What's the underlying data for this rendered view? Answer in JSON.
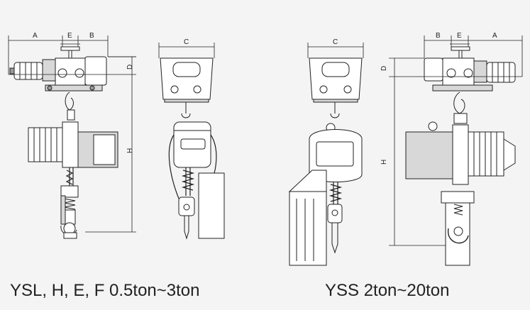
{
  "dimension_labels": {
    "a": "A",
    "b": "B",
    "c": "C",
    "d": "D",
    "e": "E",
    "h": "H"
  },
  "captions": {
    "left": "YSL, H, E, F 0.5ton~3ton",
    "right": "YSS 2ton~20ton"
  },
  "colors": {
    "background": "#f4f4f4",
    "line": "#222222",
    "fill_light": "#ffffff",
    "fill_grey": "#d8d8d8",
    "fill_dark": "#9a9a9a"
  }
}
